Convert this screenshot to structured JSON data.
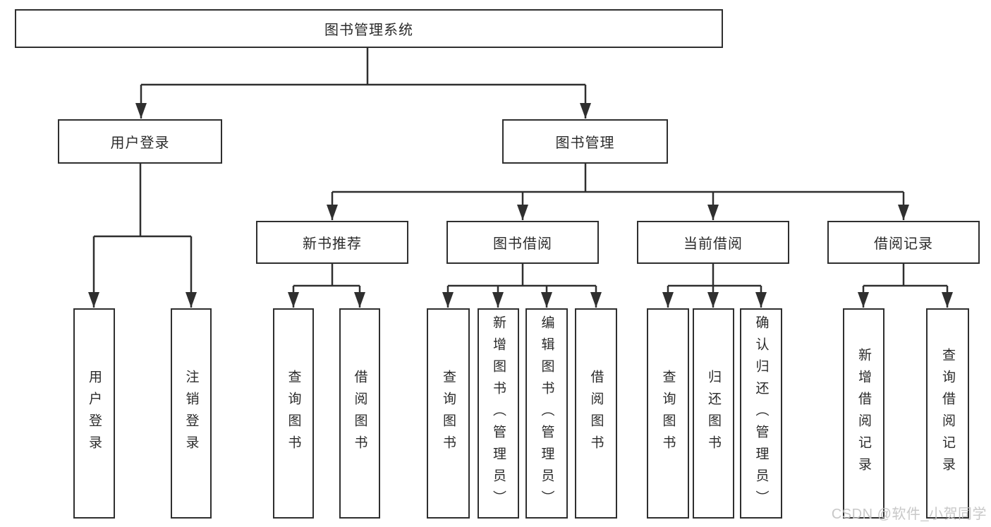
{
  "diagram": {
    "root": {
      "label": "图书管理系统"
    },
    "level1": [
      {
        "label": "用户登录",
        "children": [
          {
            "label": "用户登录"
          },
          {
            "label": "注销登录"
          }
        ]
      },
      {
        "label": "图书管理",
        "sections": [
          {
            "label": "新书推荐",
            "children": [
              {
                "label": "查询图书"
              },
              {
                "label": "借阅图书"
              }
            ]
          },
          {
            "label": "图书借阅",
            "children": [
              {
                "label": "查询图书"
              },
              {
                "label": "新增图书（管理员）"
              },
              {
                "label": "编辑图书（管理员）"
              },
              {
                "label": "借阅图书"
              }
            ]
          },
          {
            "label": "当前借阅",
            "children": [
              {
                "label": "查询图书"
              },
              {
                "label": "归还图书"
              },
              {
                "label": "确认归还（管理员）"
              }
            ]
          },
          {
            "label": "借阅记录",
            "children": [
              {
                "label": "新增借阅记录"
              },
              {
                "label": "查询借阅记录"
              }
            ]
          }
        ]
      }
    ]
  },
  "watermark": {
    "text": "CSDN @软件_小贺同学"
  },
  "colors": {
    "line": "#2f2f2f",
    "text": "#2b2b2b",
    "watermark": "#c3c3c3",
    "background": "#ffffff"
  }
}
